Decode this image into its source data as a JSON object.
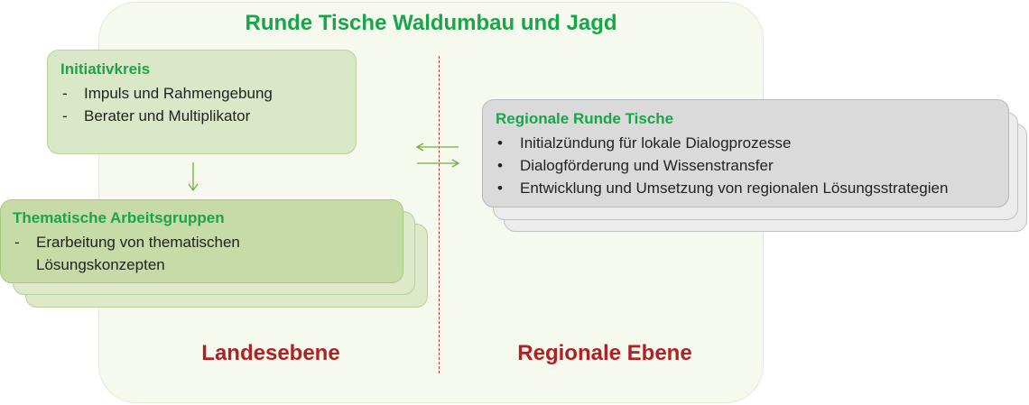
{
  "title": "Runde Tische Waldumbau und Jagd",
  "initiativkreis": {
    "title": "Initiativkreis",
    "marker": "-",
    "items": [
      "Impuls und Rahmengebung",
      "Berater und Multiplikator"
    ]
  },
  "arbeitsgruppen": {
    "title": "Thematische Arbeitsgruppen",
    "marker": "-",
    "items": [
      "Erarbeitung von thematischen Lösungskonzepten"
    ]
  },
  "regional": {
    "title": "Regionale Runde Tische",
    "marker": "•",
    "items": [
      "Initialzündung für lokale Dialogprozesse",
      "Dialogförderung und Wissenstransfer",
      "Entwicklung und Umsetzung von regionalen Lösungsstrategien"
    ]
  },
  "levels": {
    "left": "Landesebene",
    "right": "Regionale Ebene"
  },
  "colors": {
    "title_green": "#1aa54a",
    "level_red": "#b02123",
    "divider_red": "#c0394b",
    "arrow_green": "#6fae3f"
  }
}
